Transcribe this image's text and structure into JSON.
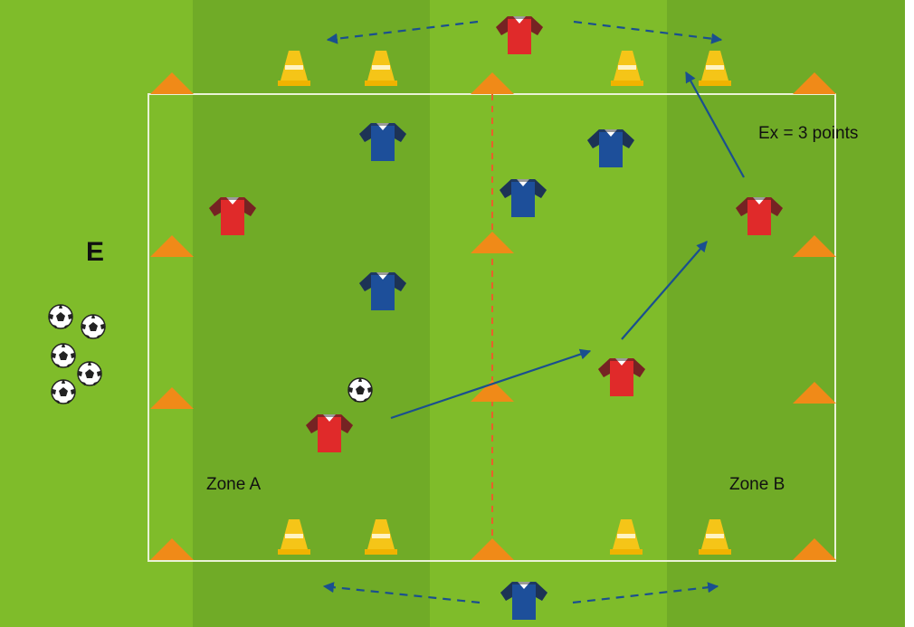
{
  "labels": {
    "start": "E",
    "score_note": "Ex = 3 points",
    "zone_a": "Zone A",
    "zone_b": "Zone B"
  },
  "colors": {
    "grass_light": "#7fbc2a",
    "grass_dark": "#6ea928",
    "cone_orange": "#f08a18",
    "cone_yellow": "#f5c518",
    "team_red": "#e02a2a",
    "team_blue": "#1d4f9a",
    "arrow": "#1a4f8f",
    "halfway_line": "#e8602a"
  },
  "counts": {
    "red_players": 5,
    "blue_players": 5,
    "balls": 6
  }
}
